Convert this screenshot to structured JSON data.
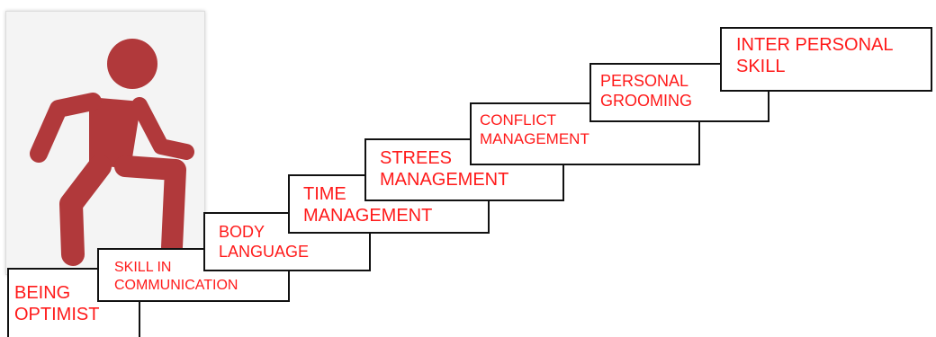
{
  "figure": {
    "icon": "walking-person-icon",
    "icon_color": "#b1393b",
    "text_color": "#ff1a1a",
    "border_color": "#111111"
  },
  "steps": [
    {
      "lines": [
        "BEING",
        "OPTIMIST"
      ]
    },
    {
      "lines": [
        "SKILL IN",
        "COMMUNICATION"
      ]
    },
    {
      "lines": [
        "BODY",
        "LANGUAGE"
      ]
    },
    {
      "lines": [
        "TIME",
        "MANAGEMENT"
      ]
    },
    {
      "lines": [
        "STREES",
        "MANAGEMENT"
      ]
    },
    {
      "lines": [
        "CONFLICT",
        "MANAGEMENT"
      ]
    },
    {
      "lines": [
        "PERSONAL",
        "GROOMING"
      ]
    },
    {
      "lines": [
        "INTER PERSONAL",
        "SKILL"
      ]
    }
  ]
}
